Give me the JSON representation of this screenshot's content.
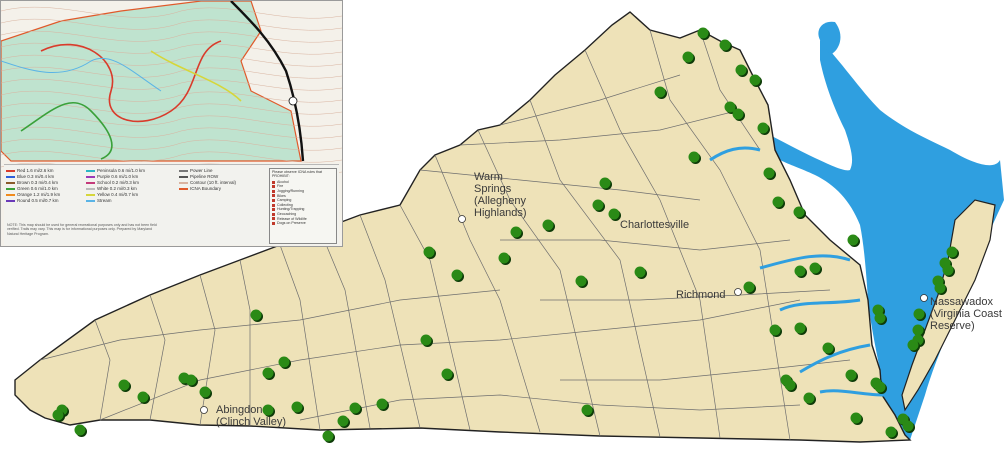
{
  "colors": {
    "land": "#eee2b8",
    "county_line": "#6e6e6e",
    "border": "#222222",
    "water": "#2f9fe0",
    "site_dot": "#2a8a16",
    "site_dot_shadow": "#0d3a08",
    "preserve_dot": "#ffffff"
  },
  "places": [
    {
      "id": "warm-springs",
      "label": "Warm\nSprings\n(Allegheny\nHighlands)"
    },
    {
      "id": "charlottesville",
      "label": "Charlottesville"
    },
    {
      "id": "richmond",
      "label": "Richmond"
    },
    {
      "id": "nassawadox",
      "label": "Nassawadox\n(Virginia Coast\nReserve)"
    },
    {
      "id": "abingdon",
      "label": "Abingdon\n(Clinch Valley)"
    }
  ],
  "inset": {
    "legend_trails": [
      {
        "label": "Red 1.6 mi/2.6 km",
        "color": "#d93b2b"
      },
      {
        "label": "Blue 0.3 mi/0.4 km",
        "color": "#2b5fd9"
      },
      {
        "label": "Brown 0.3 mi/0.4 km",
        "color": "#8a5a2b"
      },
      {
        "label": "Green 0.6 mi/1.0 km",
        "color": "#3aa13a"
      },
      {
        "label": "Orange 1.2 mi/1.9 km",
        "color": "#f08a1c"
      },
      {
        "label": "Round 0.5 mi/0.7 km",
        "color": "#6a3ab8"
      }
    ],
    "legend_trails_2": [
      {
        "label": "Peninsula 0.6 mi/1.0 km",
        "color": "#29b6c6"
      },
      {
        "label": "Purple 0.6 mi/1.0 km",
        "color": "#9b3ab8"
      },
      {
        "label": "School 0.2 mi/0.3 km",
        "color": "#c43a7a"
      },
      {
        "label": "White 0.2 mi/0.3 km",
        "color": "#bbbbbb"
      },
      {
        "label": "Yellow 0.4 mi/0.7 km",
        "color": "#d6d63a"
      },
      {
        "label": "Stream",
        "color": "#5ab4e6"
      }
    ],
    "legend_lines": [
      {
        "label": "Power Line",
        "color": "#777777"
      },
      {
        "label": "Pipeline ROW",
        "color": "#555555"
      },
      {
        "label": "Contour (10 ft. interval)",
        "color": "#d9b3a0"
      },
      {
        "label": "ICNA Boundary",
        "color": "#e0592a"
      }
    ],
    "box_title": "Please observe ICNA rules that PROHIBIT:",
    "box_items": [
      "Alcohol",
      "Fire",
      "Jogging/Running",
      "Bikes",
      "Camping",
      "Collecting",
      "Hunting/Trapping",
      "Geocaching",
      "Release of Wildlife",
      "Dogs on Preserve"
    ],
    "note": "NOTE: This map should be used for general recreational purposes only and has not been field verified. Trails may vary. This map is for informational purposes only. Prepared by Maryland Natural Heritage Program."
  }
}
